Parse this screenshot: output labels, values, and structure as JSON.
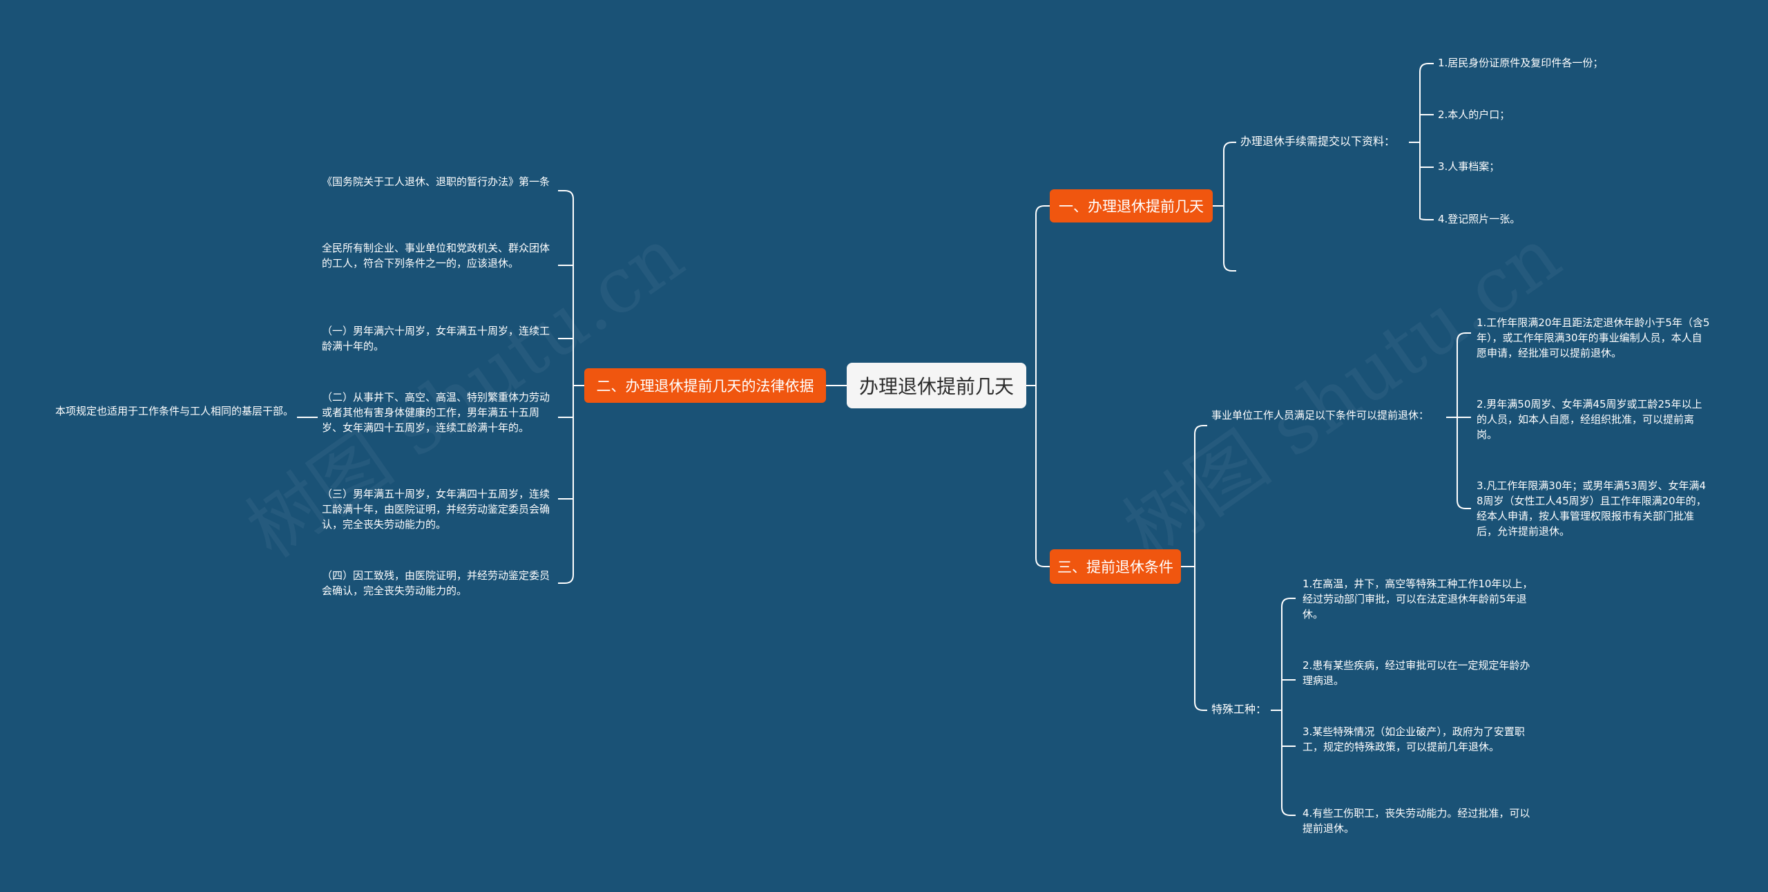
{
  "root": {
    "title": "办理退休提前几天"
  },
  "branches": {
    "b1": {
      "label": "一、办理退休提前几天",
      "sub": "办理退休手续需提交以下资料：",
      "items": [
        "1.居民身份证原件及复印件各一份；",
        "2.本人的户口；",
        "3.人事档案；",
        "4.登记照片一张。"
      ]
    },
    "b2": {
      "label": "二、办理退休提前几天的法律依据",
      "items": [
        "《国务院关于工人退休、退职的暂行办法》第一条",
        "全民所有制企业、事业单位和党政机关、群众团体的工人，符合下列条件之一的，应该退休。",
        "（一）男年满六十周岁，女年满五十周岁，连续工龄满十年的。",
        "（二）从事井下、高空、高温、特别繁重体力劳动或者其他有害身体健康的工作，男年满五十五周岁、女年满四十五周岁，连续工龄满十年的。",
        "（三）男年满五十周岁，女年满四十五周岁，连续工龄满十年，由医院证明，并经劳动鉴定委员会确认，完全丧失劳动能力的。",
        "（四）因工致残，由医院证明，并经劳动鉴定委员会确认，完全丧失劳动能力的。"
      ],
      "note": "本项规定也适用于工作条件与工人相同的基层干部。"
    },
    "b3": {
      "label": "三、提前退休条件",
      "sub1": "事业单位工作人员满足以下条件可以提前退休：",
      "sub1_items": [
        "1.工作年限满20年且距法定退休年龄小于5年（含5年），或工作年限满30年的事业编制人员，本人自愿申请，经批准可以提前退休。",
        "2.男年满50周岁、女年满45周岁或工龄25年以上的人员，如本人自愿，经组织批准，可以提前离岗。",
        "3.凡工作年限满30年；或男年满53周岁、女年满48周岁（女性工人45周岁）且工作年限满20年的，经本人申请，按人事管理权限报市有关部门批准后，允许提前退休。"
      ],
      "sub2": "特殊工种：",
      "sub2_items": [
        "1.在高温，井下，高空等特殊工种工作10年以上，经过劳动部门审批，可以在法定退休年龄前5年退休。",
        "2.患有某些疾病，经过审批可以在一定规定年龄办理病退。",
        "3.某些特殊情况（如企业破产），政府为了安置职工，规定的特殊政策，可以提前几年退休。",
        "4.有些工伤职工，丧失劳动能力。经过批准，可以提前退休。"
      ]
    }
  },
  "watermark": [
    "树图 shutu.cn",
    "树图 shutu.cn"
  ],
  "colors": {
    "background": "#1a5276",
    "branch": "#f0560f",
    "root": "#f5f5f5",
    "line": "#ffffff"
  }
}
